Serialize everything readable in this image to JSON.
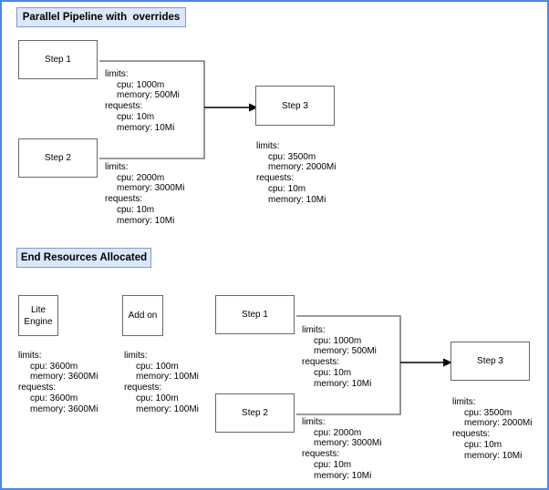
{
  "canvas": {
    "border_color": "#4a86e8",
    "background": "#ffffff"
  },
  "colors": {
    "title_bg": "#dbe8fc",
    "title_border": "#7e9cc0",
    "node_border": "#686868",
    "bracket_line": "#7a7a7a",
    "arrow": "#000000"
  },
  "sections": {
    "top": {
      "title": "Parallel Pipeline with  overrides",
      "nodes": {
        "step1": "Step 1",
        "step2": "Step 2",
        "step3": "Step 3"
      },
      "resources": {
        "step1": [
          "limits:",
          "cpu: 1000m",
          "memory: 500Mi",
          "requests:",
          "cpu: 10m",
          "memory: 10Mi"
        ],
        "step2": [
          "limits:",
          "cpu: 2000m",
          "memory: 3000Mi",
          "requests:",
          "cpu: 10m",
          "memory: 10Mi"
        ],
        "step3": [
          "limits:",
          "cpu: 3500m",
          "memory: 2000Mi",
          "requests:",
          "cpu: 10m",
          "memory: 10Mi"
        ]
      }
    },
    "bottom": {
      "title": "End Resources Allocated",
      "nodes": {
        "lite_engine": "Lite Engine",
        "add_on": "Add on",
        "step1": "Step 1",
        "step2": "Step 2",
        "step3": "Step 3"
      },
      "resources": {
        "lite_engine": [
          "limits:",
          "cpu: 3600m",
          "memory: 3600Mi",
          "requests:",
          "cpu: 3600m",
          "memory: 3600Mi"
        ],
        "add_on": [
          "limits:",
          "cpu: 100m",
          "memory: 100Mi",
          "requests:",
          "cpu: 100m",
          "memory: 100Mi"
        ],
        "step1": [
          "limits:",
          "cpu: 1000m",
          "memory: 500Mi",
          "requests:",
          "cpu: 10m",
          "memory: 10Mi"
        ],
        "step2": [
          "limits:",
          "cpu: 2000m",
          "memory: 3000Mi",
          "requests:",
          "cpu: 10m",
          "memory: 10Mi"
        ],
        "step3": [
          "limits:",
          "cpu: 3500m",
          "memory: 2000Mi",
          "requests:",
          "cpu: 10m",
          "memory: 10Mi"
        ]
      }
    }
  }
}
